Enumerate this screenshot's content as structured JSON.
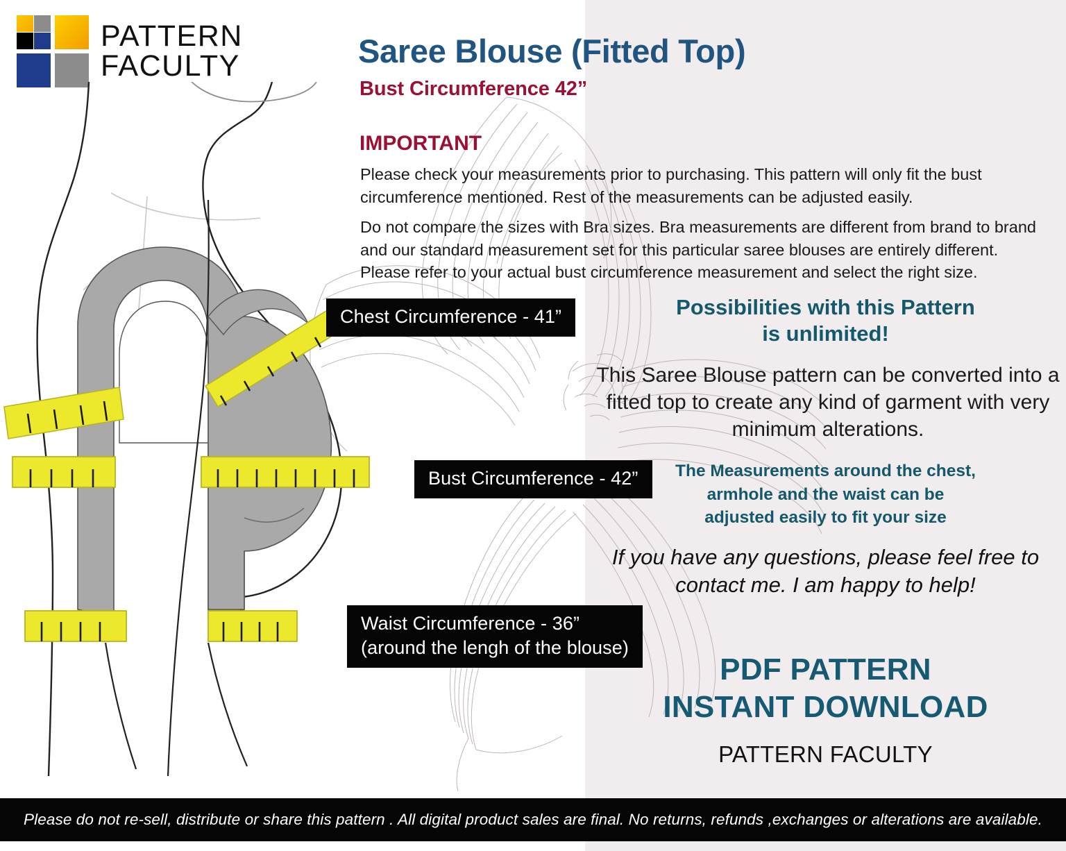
{
  "brand": {
    "logo_line1": "PATTERN",
    "logo_line2": "FACULTY",
    "logo_colors": {
      "yellow": "#f5b000",
      "blue": "#1f3c8c",
      "gray": "#8c8c8c",
      "black": "#000000"
    }
  },
  "header": {
    "title": "Saree Blouse (Fitted Top)",
    "subtitle": "Bust Circumference 42”",
    "title_color": "#1f5580",
    "subtitle_color": "#9c1033"
  },
  "important": {
    "heading": "IMPORTANT",
    "heading_color": "#9c1033",
    "paragraph_1": "Please check your measurements prior to purchasing.  This pattern will only fit the bust circumference mentioned.  Rest of the measurements can be adjusted easily.",
    "paragraph_2": "Do not compare the sizes with Bra sizes.  Bra measurements are different from brand to brand and our standard measurement set for this particular saree blouses are entirely different.  Please refer to your actual bust circumference measurement and select the right size."
  },
  "measurements": [
    {
      "id": "chest",
      "label": "Chest Circumference - 41”",
      "value": 41,
      "unit": "inches"
    },
    {
      "id": "bust",
      "label": "Bust Circumference - 42”",
      "value": 42,
      "unit": "inches"
    },
    {
      "id": "waist",
      "label": "Waist Circumference - 36”\n(around the lengh of the blouse)",
      "value": 36,
      "unit": "inches"
    }
  ],
  "possibilities": {
    "heading": "Possibilities with this Pattern\nis unlimited!",
    "heading_color": "#14596b",
    "body": "This Saree Blouse pattern can be converted into a fitted top to create any kind of garment with very minimum alterations.",
    "adjust_note": "The Measurements around the chest,\narmhole and the waist can be\nadjusted easily to fit your size",
    "adjust_note_color": "#14596b"
  },
  "contact": {
    "message": "If you have any questions, please feel free to contact me.  I am happy to help!"
  },
  "delivery": {
    "headline": "PDF PATTERN\nINSTANT DOWNLOAD",
    "headline_color": "#155a72",
    "brand_name": "PATTERN FACULTY"
  },
  "footer": {
    "disclaimer": "Please do not re-sell, distribute or share this pattern .   All digital product sales are final.  No returns, refunds ,exchanges or alterations are available.",
    "background": "#050505",
    "text_color": "#ffffff"
  },
  "illustration": {
    "description": "side-view female torso line drawing wearing a fitted blouse with three yellow measuring tapes",
    "garment_color": "#a9a9a9",
    "tape_color": "#ece82c",
    "outline_color": "#1a1a1a",
    "tapes": [
      "chest-tape",
      "armhole-tape",
      "bust-tape",
      "waist-tape-front",
      "waist-tape-back"
    ]
  },
  "theme": {
    "left_panel_bg": "#ffffff",
    "right_panel_bg": "#f1ecee",
    "watermark": "floral-line-art"
  }
}
